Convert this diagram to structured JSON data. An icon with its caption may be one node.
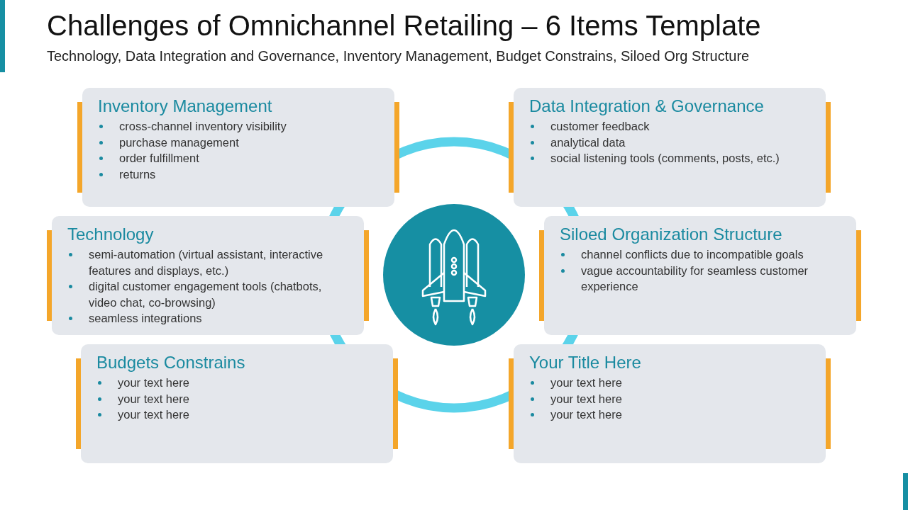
{
  "diagram": {
    "title": "Challenges of Omnichannel Retailing – 6 Items Template",
    "nodes": [
      {
        "text": [
          "Inventory Management",
          "cross-channel inventory visibility",
          "purchase management",
          "order fulfillment",
          "returns"
        ]
      },
      {
        "text": [
          "Data Integration & Governance",
          "customer feedback",
          "analytical data",
          "social listening tools (comments, posts, etc.)"
        ]
      },
      {
        "text": [
          "Technology",
          "semi-automation (virtual assistant, interactive features and displays, etc.)",
          "digital customer engagement tools (chatbots, video chat, co-browsing)",
          "seamless integrations"
        ]
      },
      {
        "text": [
          "Siloed Organization Structure",
          "channel conflicts due to incompatible goals",
          "vague accountability for seamless customer experience"
        ]
      },
      {
        "text": [
          "Budgets Constrains",
          "your text here",
          "your text here",
          "your text here"
        ]
      },
      {
        "text": [
          "Your Title Here",
          "your text here",
          "your text here",
          "your text here"
        ]
      }
    ],
    "labels": [
      "Technology, Data Integration and Governance, Inventory Management, Budget Constrains, Siloed Org Structure"
    ]
  }
}
